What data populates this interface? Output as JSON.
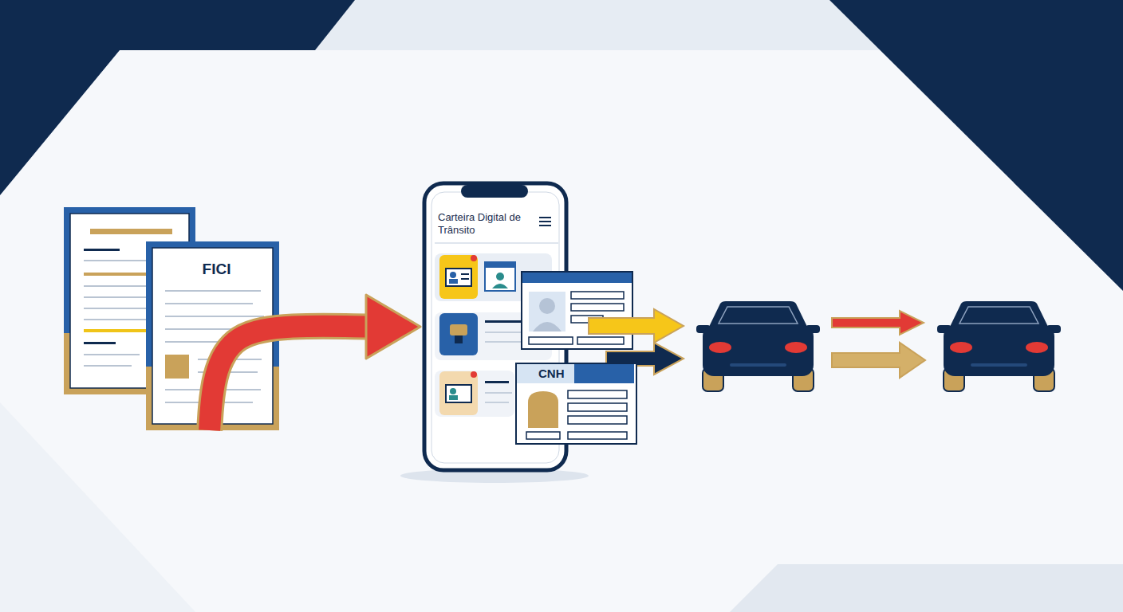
{
  "diagram": {
    "nodes": [
      {
        "text": [
          "FICI"
        ]
      },
      {
        "text": [
          "Carteira Digital de Trânsito"
        ]
      },
      {
        "text": [
          "CNH"
        ]
      }
    ],
    "edges": [
      {
        "from": 0,
        "to": 1,
        "arrow": "to"
      }
    ]
  }
}
